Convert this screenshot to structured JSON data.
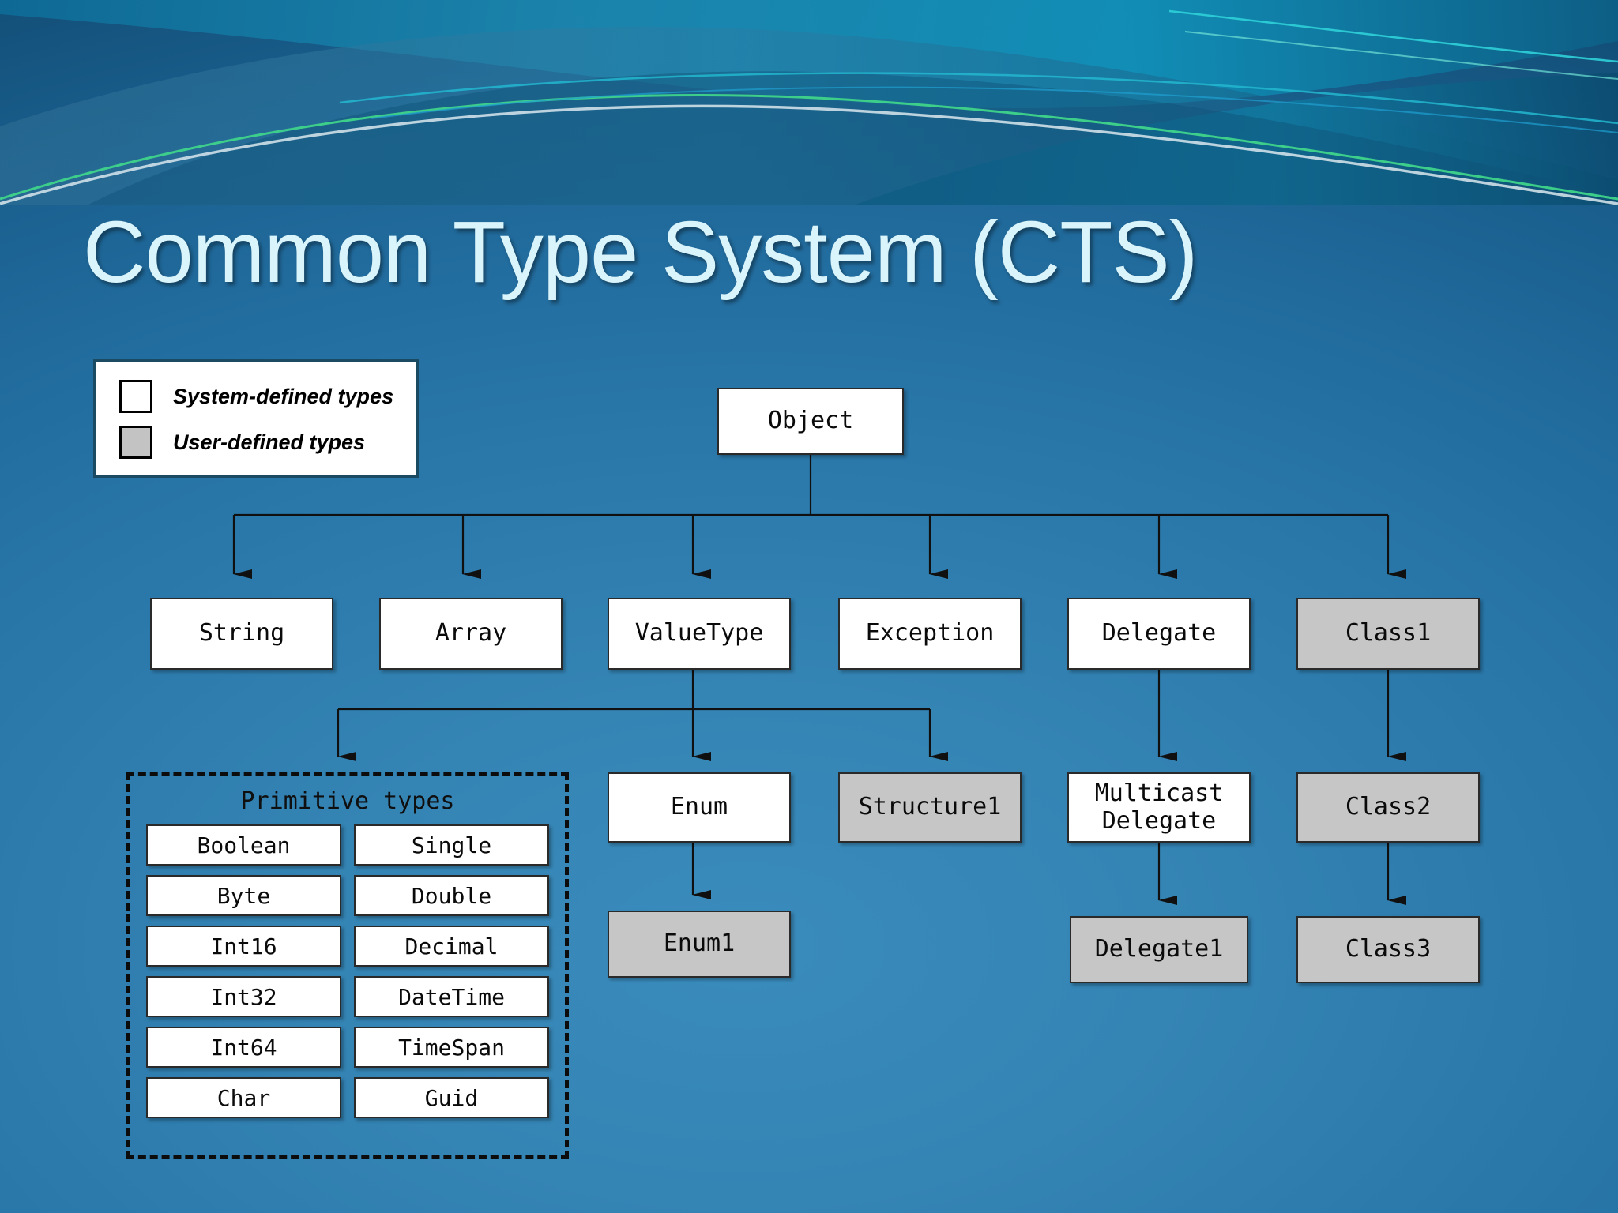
{
  "slide": {
    "title": "Common Type System (CTS)",
    "theme_colors": {
      "background_center": "#3183b5",
      "background_edge": "#0f4668",
      "title_color": "#d9f4fb",
      "accent_green": "#3fd48a",
      "accent_cyan": "#25c9d6",
      "accent_white": "#d5e4ea",
      "user_defined_fill": "#c6c6c6",
      "system_defined_fill": "#ffffff"
    }
  },
  "legend": {
    "items": [
      {
        "label": "System-defined types",
        "swatch": "system"
      },
      {
        "label": "User-defined types",
        "swatch": "user"
      }
    ]
  },
  "diagram": {
    "root": {
      "label": "Object",
      "kind": "system"
    },
    "level2": [
      {
        "label": "String",
        "kind": "system"
      },
      {
        "label": "Array",
        "kind": "system"
      },
      {
        "label": "ValueType",
        "kind": "system"
      },
      {
        "label": "Exception",
        "kind": "system"
      },
      {
        "label": "Delegate",
        "kind": "system"
      },
      {
        "label": "Class1",
        "kind": "user"
      }
    ],
    "level3": [
      {
        "label": "Enum",
        "kind": "system"
      },
      {
        "label": "Structure1",
        "kind": "user"
      },
      {
        "label": "Multicast\nDelegate",
        "kind": "system"
      },
      {
        "label": "Class2",
        "kind": "user"
      }
    ],
    "level4": [
      {
        "label": "Enum1",
        "kind": "user"
      },
      {
        "label": "Delegate1",
        "kind": "user"
      },
      {
        "label": "Class3",
        "kind": "user"
      }
    ],
    "primitive_group": {
      "title": "Primitive types",
      "left_column": [
        "Boolean",
        "Byte",
        "Int16",
        "Int32",
        "Int64",
        "Char"
      ],
      "right_column": [
        "Single",
        "Double",
        "Decimal",
        "DateTime",
        "TimeSpan",
        "Guid"
      ]
    }
  }
}
